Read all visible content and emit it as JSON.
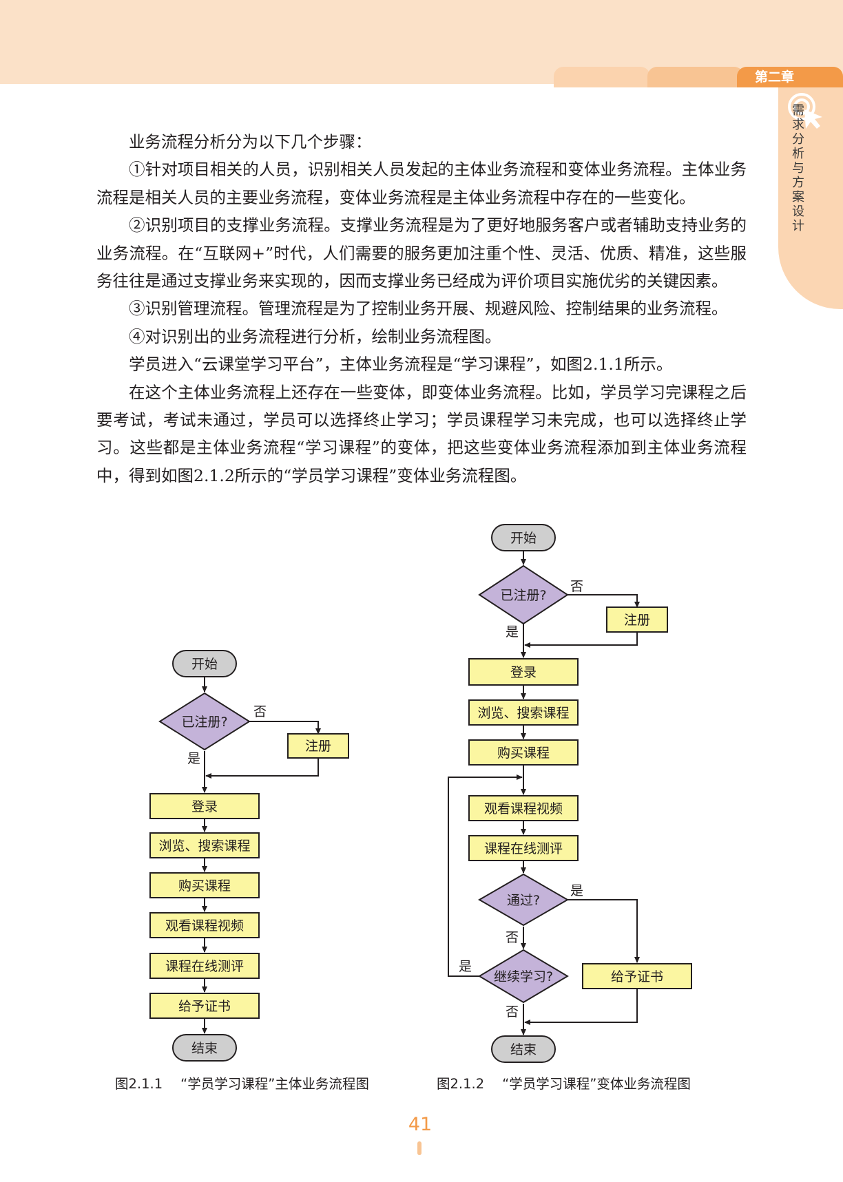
{
  "header": {
    "chapter_tab": "第二章",
    "side_title": "需求分析与方案设计"
  },
  "body": {
    "paragraphs": [
      "业务流程分析分为以下几个步骤：",
      "①针对项目相关的人员，识别相关人员发起的主体业务流程和变体业务流程。主体业务流程是相关人员的主要业务流程，变体业务流程是主体业务流程中存在的一些变化。",
      "②识别项目的支撑业务流程。支撑业务流程是为了更好地服务客户或者辅助支持业务的业务流程。在“互联网+”时代，人们需要的服务更加注重个性、灵活、优质、精准，这些服务往往是通过支撑业务来实现的，因而支撑业务已经成为评价项目实施优劣的关键因素。",
      "③识别管理流程。管理流程是为了控制业务开展、规避风险、控制结果的业务流程。",
      "④对识别出的业务流程进行分析，绘制业务流程图。",
      "学员进入“云课堂学习平台”，主体业务流程是“学习课程”，如图2.1.1所示。",
      "在这个主体业务流程上还存在一些变体，即变体业务流程。比如，学员学习完课程之后要考试，考试未通过，学员可以选择终止学习；学员课程学习未完成，也可以选择终止学习。这些都是主体业务流程“学习课程”的变体，把这些变体业务流程添加到主体业务流程中，得到如图2.1.2所示的“学员学习课程”变体业务流程图。"
    ]
  },
  "figure1": {
    "start": "开始",
    "registered": "已注册?",
    "no": "否",
    "yes": "是",
    "register": "注册",
    "steps": [
      "登录",
      "浏览、搜索课程",
      "购买课程",
      "观看课程视频",
      "课程在线测评",
      "给予证书"
    ],
    "end": "结束",
    "caption_num": "图2.1.1",
    "caption_text": "“学员学习课程”主体业务流程图"
  },
  "figure2": {
    "start": "开始",
    "registered": "已注册?",
    "no": "否",
    "yes": "是",
    "register": "注册",
    "steps": [
      "登录",
      "浏览、搜索课程",
      "购买课程",
      "观看课程视频",
      "课程在线测评"
    ],
    "pass": "通过?",
    "pass_yes": "是",
    "pass_no": "否",
    "continue": "继续学习?",
    "continue_yes": "是",
    "continue_no": "否",
    "certificate": "给予证书",
    "end": "结束",
    "caption_num": "图2.1.2",
    "caption_text": "“学员学习课程”变体业务流程图"
  },
  "page_number": "41",
  "colors": {
    "process_fill": "#fbf6a1",
    "decision_fill": "#c4b3d9",
    "terminal_fill": "#cfcfcf",
    "accent": "#f39a48"
  }
}
